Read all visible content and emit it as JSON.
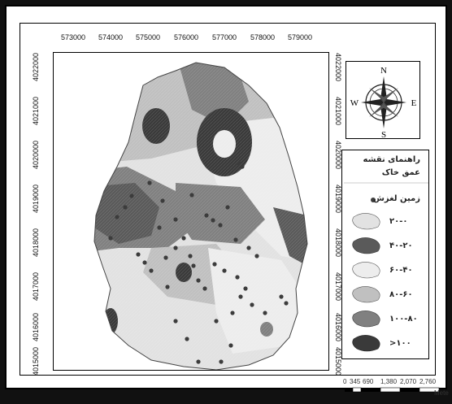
{
  "map": {
    "x_ticks": [
      "573000",
      "574000",
      "575000",
      "576000",
      "577000",
      "578000",
      "579000"
    ],
    "y_ticks": [
      "4022000",
      "4021000",
      "4020000",
      "4019000",
      "4018000",
      "4017000",
      "4016000",
      "4015000"
    ],
    "colors": {
      "class1": "#e2e2e2",
      "class2": "#5a5a5a",
      "class3": "#ededed",
      "class4": "#c0c0c0",
      "class5": "#808080",
      "class6": "#3a3a3a",
      "landslide": "#3c3c3c"
    }
  },
  "north_arrow": {
    "n": "N",
    "s": "S",
    "e": "E",
    "w": "W"
  },
  "legend": {
    "title_line1": "راهنمای نقشه",
    "title_line2": "عمق خاک",
    "landslide_label": "زمین لغزش",
    "classes": [
      "۲۰-۰",
      "۴۰-۲۰",
      "۶۰-۴۰",
      "۸۰-۶۰",
      "۱۰۰-۸۰",
      "۱۰۰<"
    ]
  },
  "scale_bar": {
    "labels": [
      "0",
      "345",
      "690",
      "1,380",
      "2,070",
      "2,760"
    ],
    "unit": "Mete"
  }
}
